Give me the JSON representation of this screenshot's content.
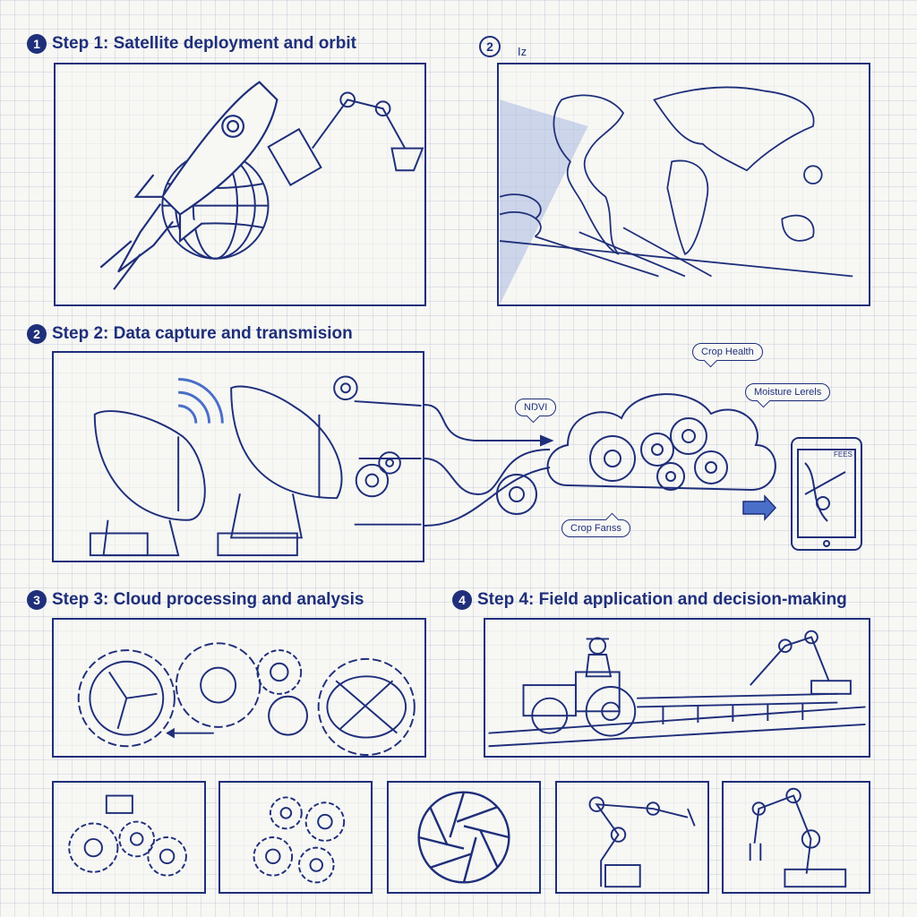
{
  "steps": [
    {
      "number": "1",
      "title": "Step 1: Satellite deployment and orbit"
    },
    {
      "number": "2",
      "title": ""
    },
    {
      "number": "2",
      "title": "Step 2: Data capture and transmision"
    },
    {
      "number": "3",
      "title": "Step 3: Cloud processing and analysis"
    },
    {
      "number": "4",
      "title": "Step 4: Field application and decision-making"
    }
  ],
  "step2_panel_mark": "Iz",
  "callouts": {
    "ndvi": "NDVI",
    "crop_health": "Crop Health",
    "moisture": "Moisture Lerels",
    "crop_fields": "Crop Fariss"
  },
  "tablet_header": "FEES",
  "colors": {
    "ink": "#1f2f7a",
    "accent": "#4a6fc8",
    "paper": "#f7f7f4"
  },
  "icons": [
    "rocket-icon",
    "globe-icon",
    "robotic-arm-icon",
    "satellite-icon",
    "world-map-icon",
    "satellite-dish-icon",
    "signal-waves-icon",
    "gear-icon",
    "cloud-icon",
    "tablet-icon",
    "tractor-icon",
    "farmer-icon",
    "aperture-icon"
  ]
}
